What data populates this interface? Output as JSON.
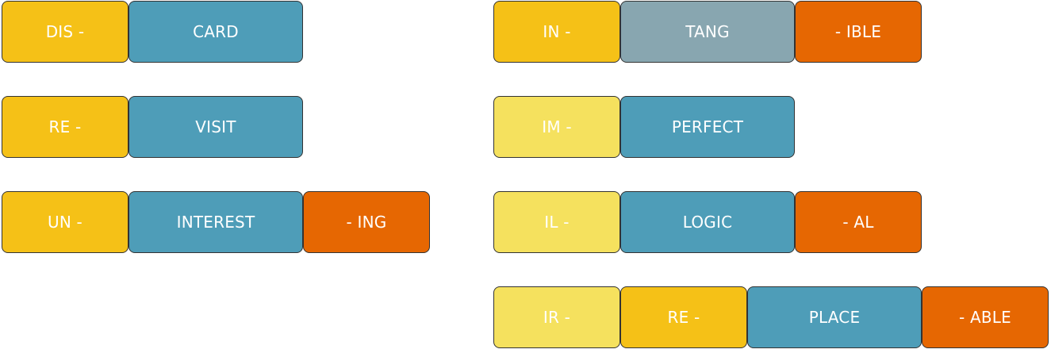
{
  "colors": {
    "prefix": "#F5C117",
    "prefix_light": "#F5E15E",
    "root": "#4E9DB8",
    "root_grey": "#88A6B0",
    "suffix": "#E66702",
    "border": "#333333",
    "text": "#FFFFFF"
  },
  "left_column": {
    "discard": {
      "prefix": "DIS -",
      "root": "CARD"
    },
    "revisit": {
      "prefix": "RE -",
      "root": "VISIT"
    },
    "uninteresting": {
      "prefix": "UN -",
      "root": "INTEREST",
      "suffix": "- ING"
    }
  },
  "right_column": {
    "intangible": {
      "prefix": "IN -",
      "root": "TANG",
      "suffix": "- IBLE"
    },
    "imperfect": {
      "prefix": "IM -",
      "root": "PERFECT"
    },
    "illogical": {
      "prefix": "IL -",
      "root": "LOGIC",
      "suffix": "- AL"
    },
    "irreplaceable": {
      "prefix": "IR -",
      "prefix2": "RE -",
      "root": "PLACE",
      "suffix": "- ABLE"
    }
  }
}
